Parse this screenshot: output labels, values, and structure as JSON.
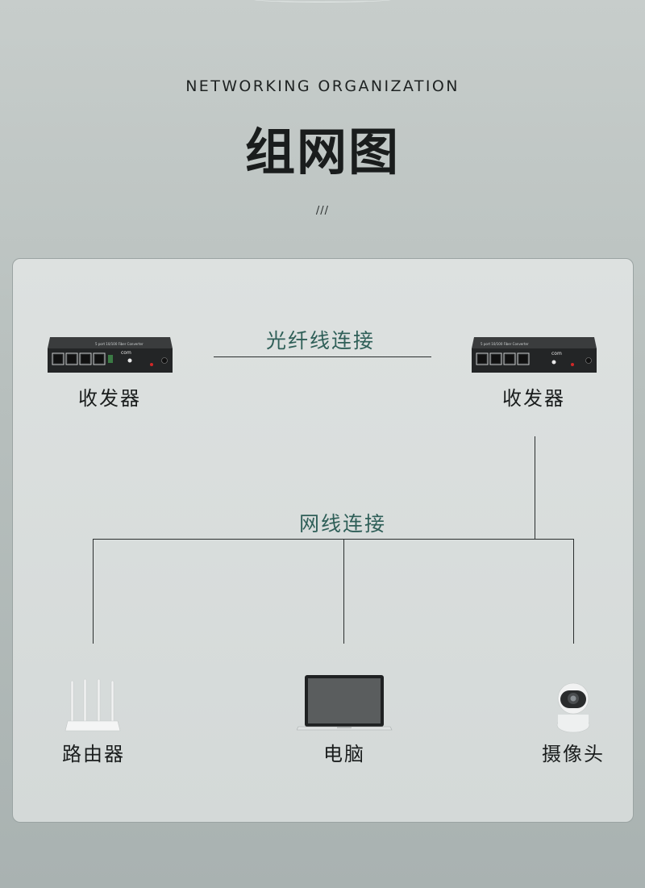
{
  "header": {
    "subtitle": "NETWORKING ORGANIZATION",
    "title": "组网图",
    "divider": "///"
  },
  "connections": {
    "fiber_label": "光纤线连接",
    "ethernet_label": "网线连接"
  },
  "converters": {
    "left_label": "收发器",
    "right_label": "收发器",
    "model_text": "5 port 10/100 Fiber Converter",
    "brand_text": "com"
  },
  "devices": {
    "router_label": "路由器",
    "computer_label": "电脑",
    "camera_label": "摄像头"
  },
  "colors": {
    "accent": "#2f5f58",
    "text": "#1a1d1d",
    "device_body": "#2b2d2e"
  }
}
